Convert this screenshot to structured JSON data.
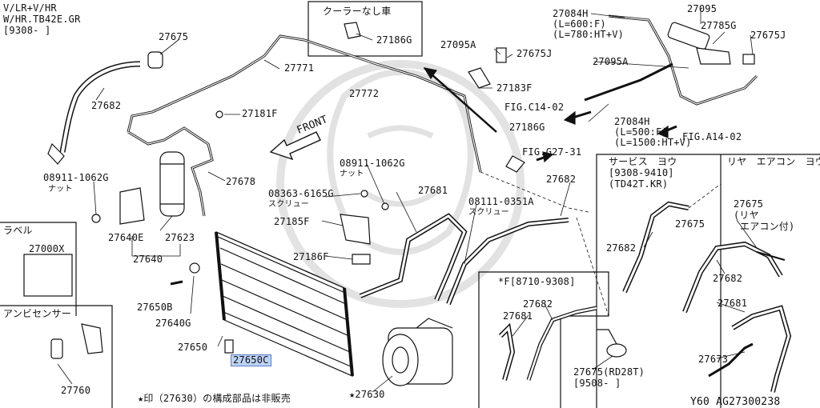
{
  "model_note": [
    "V/LR+V/HR",
    "W/HR.TB42E.GR",
    "[9308-     ]"
  ],
  "boxes": {
    "no_cooler": "クーラーなし車",
    "label_box": "ラベル",
    "ambient_sensor": "アンビセンサー",
    "service_part": "サービス　ヨウ",
    "service_dates": "[9308-9410]",
    "service_engine": "(TD42T.KR)",
    "rear_aircon": "リヤ　エアコン　ヨウ",
    "fig_range": "*F[8710-9308]"
  },
  "parts": {
    "p27675_tl": "27675",
    "p27682_tl": "27682",
    "p27771": "27771",
    "p27772": "27772",
    "p27181F": "27181F",
    "p27678": "27678",
    "p08911_left": "08911-1062G",
    "nut_left": "ナット",
    "p27640E": "27640E",
    "p27623": "27623",
    "p27640": "27640",
    "p27000X": "27000X",
    "p27650B": "27650B",
    "p27640G": "27640G",
    "p27650": "27650",
    "p27650C": "27650C",
    "p27760": "27760",
    "p27186G_top": "27186G",
    "p27095A_1": "27095A",
    "p27675J_1": "27675J",
    "p27183F": "27183F",
    "p27084H_1": "27084H",
    "l600": "(L=600:F)",
    "l780": "(L=780:HT+V)",
    "p27095": "27095",
    "p27785G": "27785G",
    "p27675J_2": "27675J",
    "p27095A_2": "27095A",
    "fig_c14": "FIG.C14-02",
    "p27084H_2": "27084H",
    "l500": "(L=500:F)",
    "l1500": "(L=1500:HT+V)",
    "fig_a14": "FIG.A14-02",
    "p27186G_mid": "27186G",
    "fig_g27": "FIG.G27-31",
    "front": "FRONT",
    "p08911_mid": "08911-1062G",
    "nut_mid": "ナット",
    "p08363": "08363-6165G",
    "screw_1": "スクリュー",
    "p27185F": "27185F",
    "p27186F": "27186F",
    "p27681_mid": "27681",
    "p27682_mid": "27682",
    "p08111": "08111-0351A",
    "screw_2": "スクリュー",
    "p27630": "★27630",
    "footnote": "★印（27630）の構成部品は非販売",
    "p27682_sv": "27682",
    "p27675_sv": "27675",
    "p27675_rear": "27675",
    "rear_note_1": "(リヤ",
    "rear_note_2": "エアコン付)",
    "p27682_rear": "27682",
    "p27681_rear": "27681",
    "p27673": "27673",
    "p27682_f": "27682",
    "p27681_f": "27681",
    "p27675_rd": "27675(RD28T)",
    "rd_dates": "[9508-     ]",
    "ref_code": "Y60  AG27300238"
  },
  "colors": {
    "highlight": "#bcd3f5",
    "line": "#111111",
    "watermark": "#d4d4d4"
  }
}
